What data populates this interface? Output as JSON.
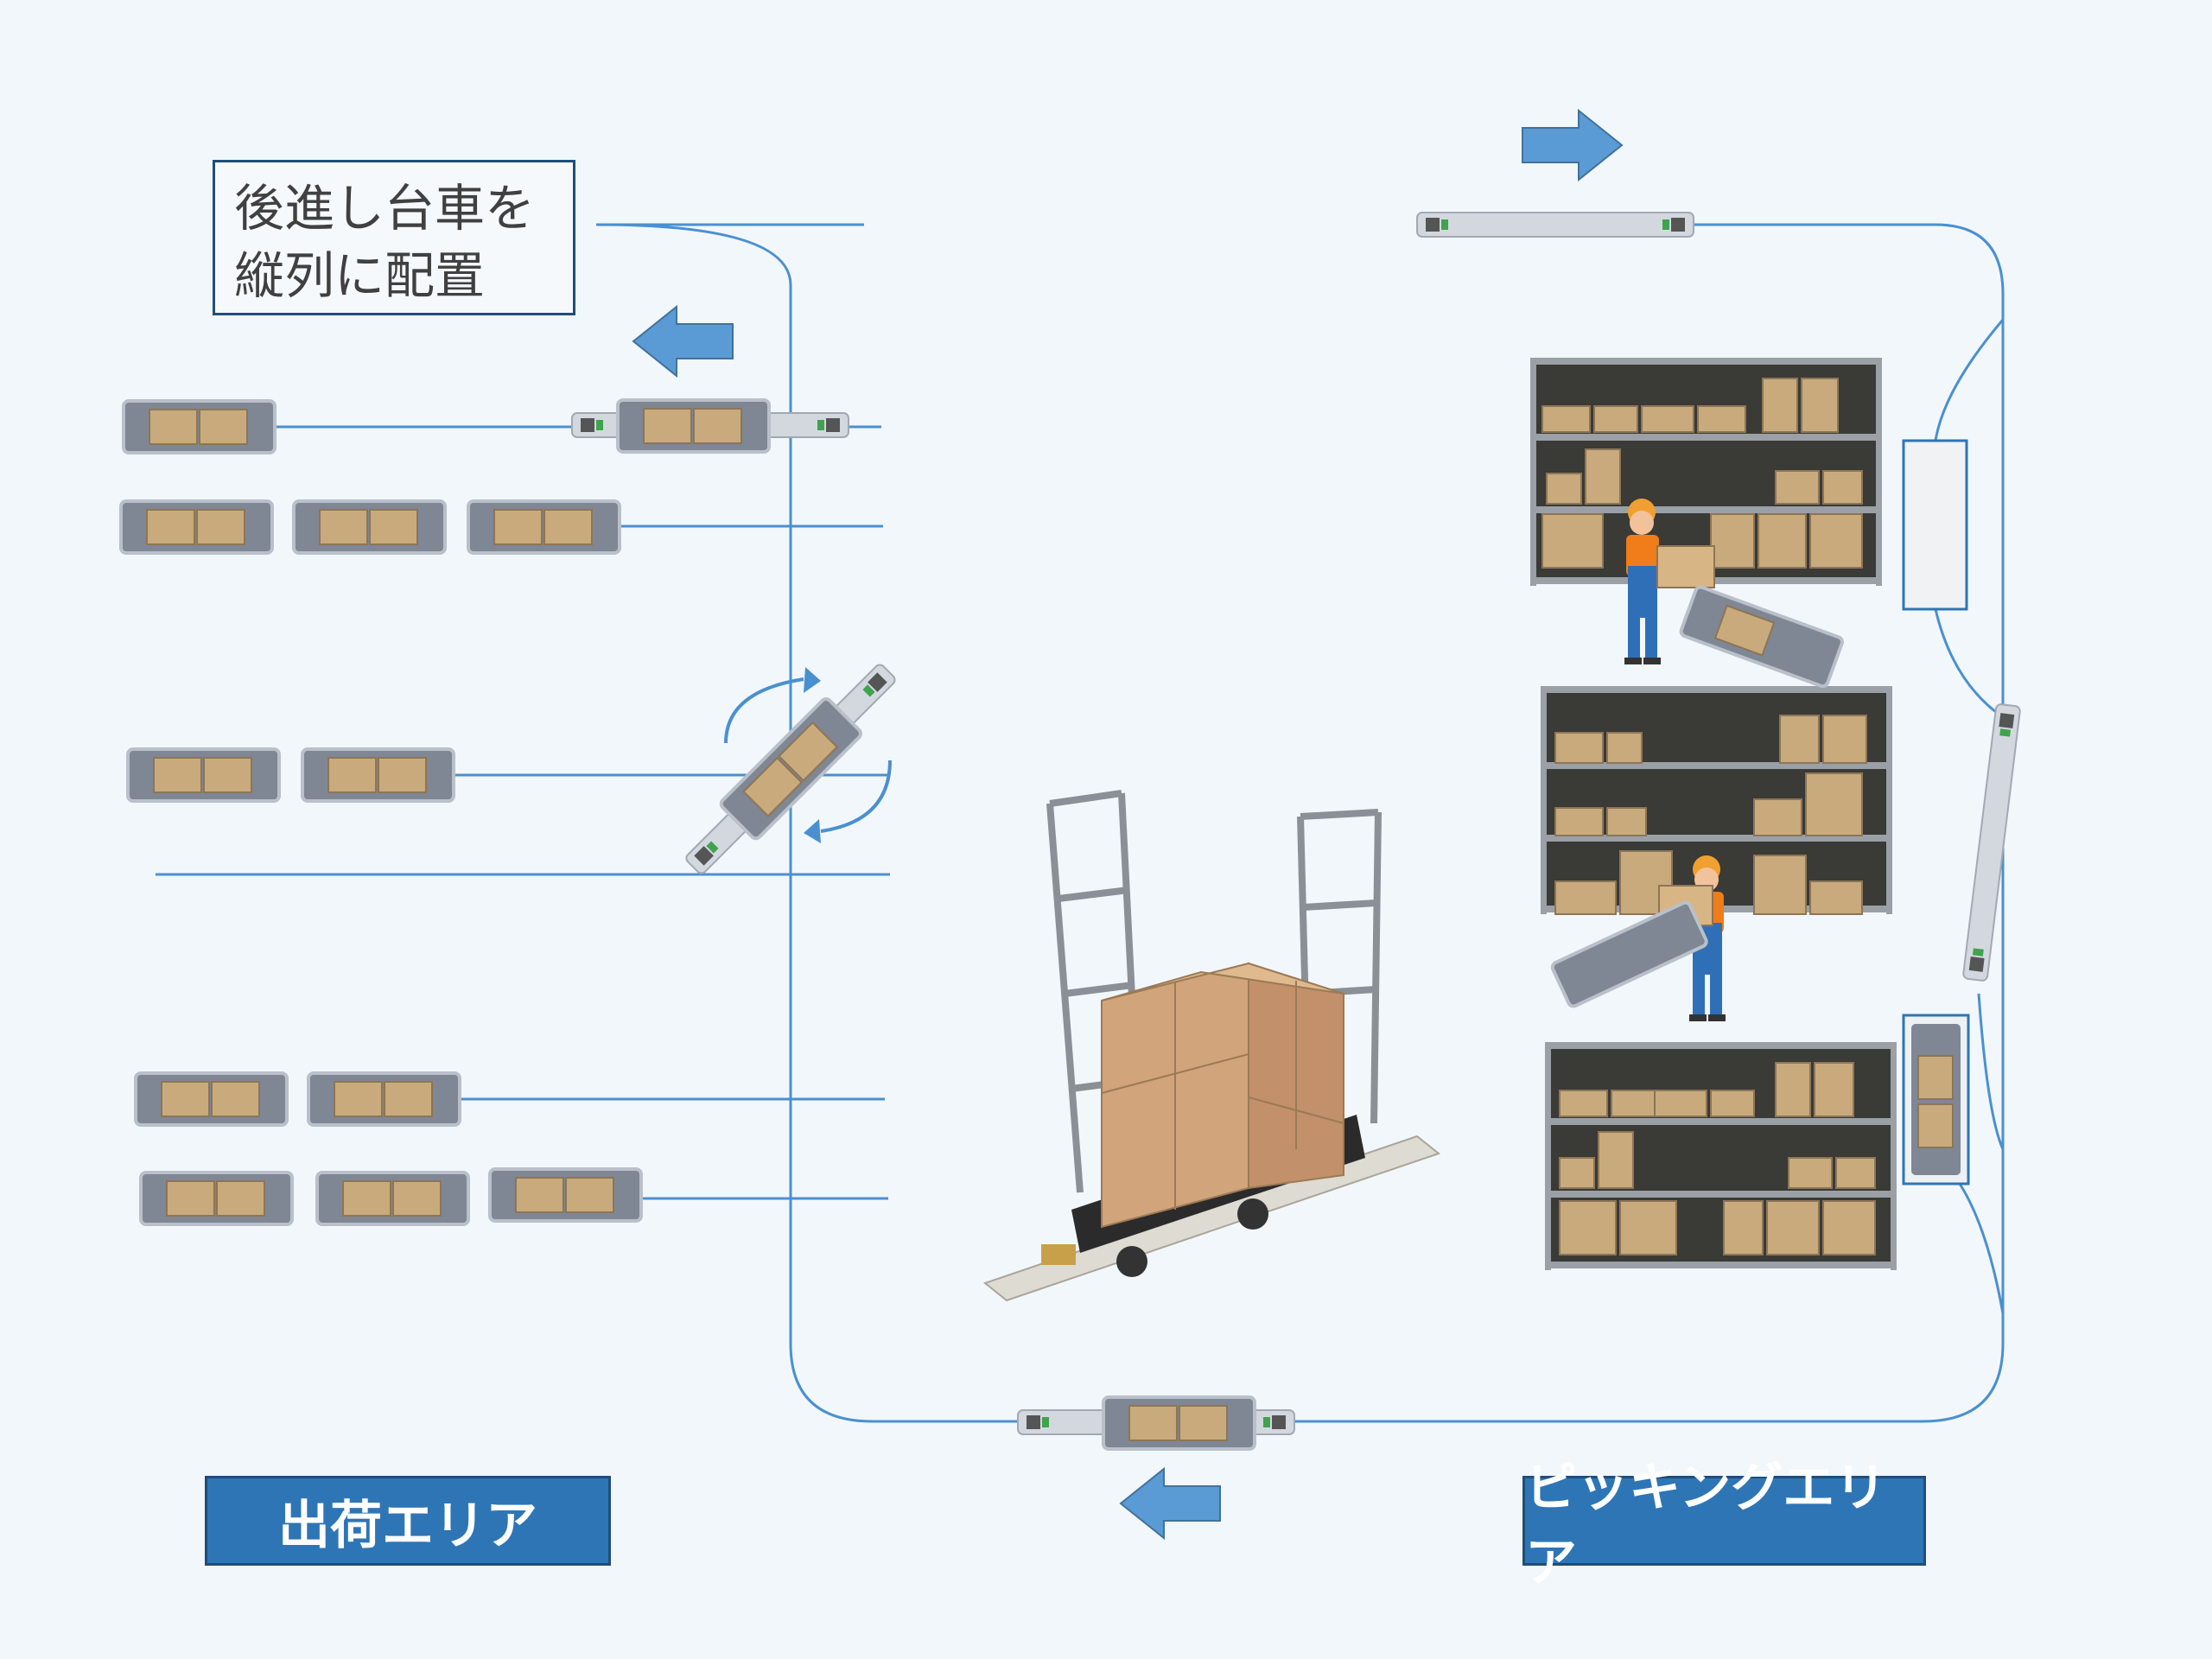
{
  "note": {
    "line1": "後進し台車を",
    "line2": "縦列に配置"
  },
  "areas": {
    "shipping": "出荷エリア",
    "picking": "ピッキングエリア"
  },
  "colors": {
    "route_line": "#4a90d0",
    "arrow_fill": "#5b9bd5",
    "label_fill": "#2e75b6",
    "shelf_dark": "#3a3a36",
    "box": "#c8aa7c",
    "cart_gray": "#7f8794"
  },
  "icons": [
    "direction-arrow-icon",
    "rotate-arrow-icon",
    "worker-icon",
    "shelf-icon",
    "cart-icon",
    "agv-robot-icon"
  ]
}
